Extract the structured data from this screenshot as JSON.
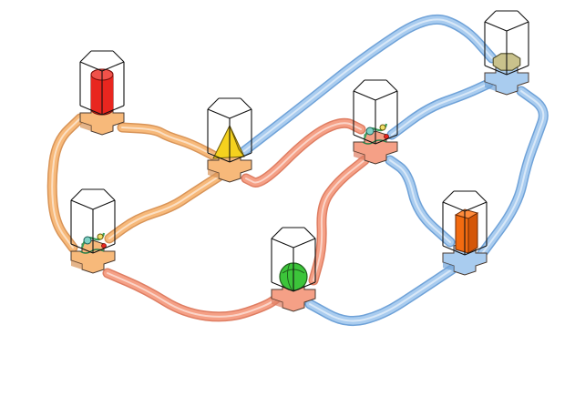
{
  "diagram": {
    "palette": {
      "orange": {
        "fill": "#f7b97a",
        "edge": "#d89458"
      },
      "salmon": {
        "fill": "#f5a086",
        "edge": "#de7d62"
      },
      "blue": {
        "fill": "#a9ccef",
        "edge": "#6fa2d8"
      }
    },
    "nodes": [
      {
        "id": "n1",
        "pad": "orange",
        "object": "red-cylinder",
        "object_color": "#e8261f"
      },
      {
        "id": "n2",
        "pad": "orange",
        "object": "yellow-pyramid",
        "object_color": "#f5d21e"
      },
      {
        "id": "n3",
        "pad": "orange",
        "object": "creature",
        "object_color": "#3a9d5a"
      },
      {
        "id": "n4",
        "pad": "salmon",
        "object": "creature",
        "object_color": "#3a9d5a"
      },
      {
        "id": "n5",
        "pad": "salmon",
        "object": "green-sphere",
        "object_color": "#3cc43a"
      },
      {
        "id": "n6",
        "pad": "blue",
        "object": "olive-octagon",
        "object_color": "#c9c28c"
      },
      {
        "id": "n7",
        "pad": "blue",
        "object": "orange-box",
        "object_color": "#f36b10"
      }
    ],
    "edges": [
      {
        "from": "n1",
        "to": "n3",
        "color": "orange"
      },
      {
        "from": "n1",
        "to": "n2",
        "color": "orange"
      },
      {
        "from": "n3",
        "to": "n2",
        "color": "orange"
      },
      {
        "from": "n3",
        "to": "n5",
        "color": "salmon"
      },
      {
        "from": "n2",
        "to": "n4",
        "color": "salmon"
      },
      {
        "from": "n4",
        "to": "n5",
        "color": "salmon"
      },
      {
        "from": "n2",
        "to": "n6",
        "color": "blue"
      },
      {
        "from": "n4",
        "to": "n6",
        "color": "blue"
      },
      {
        "from": "n4",
        "to": "n7",
        "color": "blue"
      },
      {
        "from": "n6",
        "to": "n7",
        "color": "blue"
      },
      {
        "from": "n5",
        "to": "n7",
        "color": "blue"
      }
    ]
  }
}
